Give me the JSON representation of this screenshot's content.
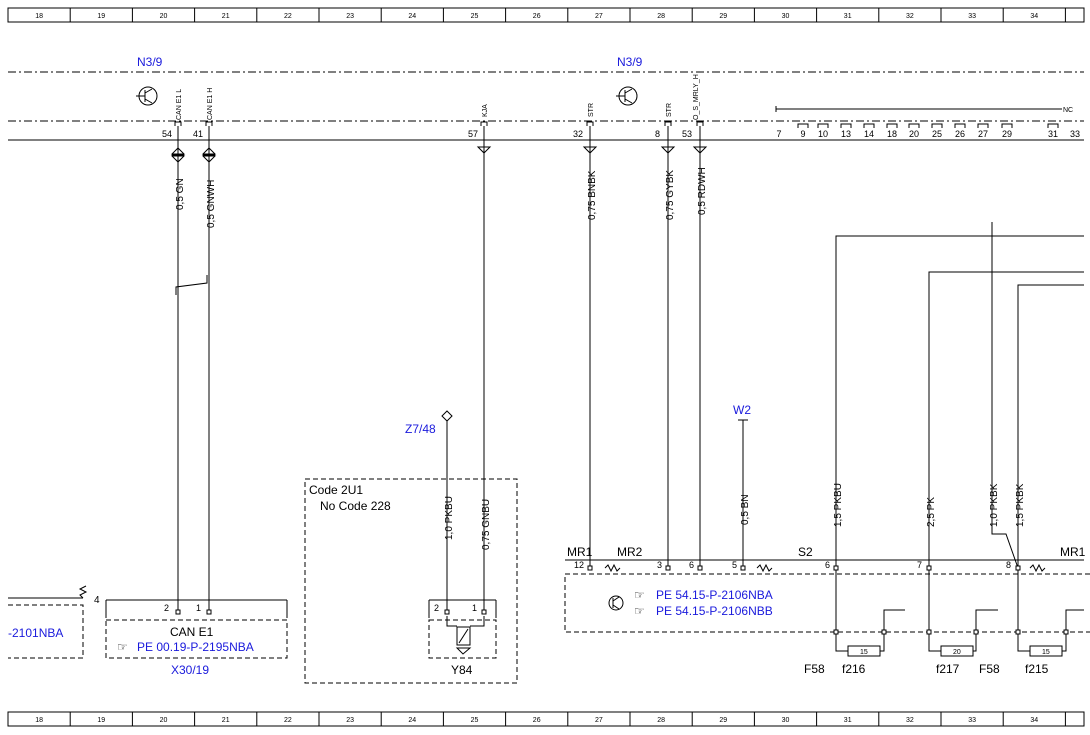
{
  "ruler": {
    "columns": [
      "18",
      "19",
      "20",
      "21",
      "22",
      "23",
      "24",
      "25",
      "26",
      "27",
      "28",
      "29",
      "30",
      "31",
      "32",
      "33",
      "34"
    ]
  },
  "modules": {
    "left_name": "N3/9",
    "right_name": "N3/9"
  },
  "pin_labels": {
    "can_e1_l": "CAN E1 L",
    "can_e1_h": "CAN E1 H",
    "kja": "KJA",
    "str1": "STR",
    "str2": "STR",
    "o_s_mrly_h": "O_S_MRLY_H",
    "nc": "NC"
  },
  "pin_numbers": {
    "p54": "54",
    "p41": "41",
    "p57": "57",
    "p32": "32",
    "p8": "8",
    "p53": "53",
    "right_series": [
      "7",
      "9",
      "10",
      "13",
      "14",
      "18",
      "20",
      "25",
      "26",
      "27",
      "29",
      "31",
      "33"
    ]
  },
  "wires": {
    "w1": "0,5 GN",
    "w2": "0,5 GNWH",
    "w3": "0,75 BNBK",
    "w4": "0,75 GYBK",
    "w5": "0,5 RDWH",
    "w6": "1,0 PKBU",
    "w7": "0,75 GNBU",
    "w8": "0,5 BN",
    "w9": "1,5 PKBU",
    "w10": "2,5 PK",
    "w11": "1,0 PKBK",
    "w12": "1,5 PKBK"
  },
  "labels": {
    "z7_48": "Z7/48",
    "w2": "W2",
    "code_2u1": "Code 2U1",
    "no_code": "No  Code 228",
    "can_e1": "CAN E1",
    "ref_can": "PE 00.19-P-2195NBA",
    "x30_19": "X30/19",
    "y84": "Y84",
    "ref_left_cut": "-2101NBA",
    "pin4": "4",
    "mr1": "MR1",
    "mr2": "MR2",
    "s2": "S2",
    "mr1_cut": "MR1",
    "ref_a": "PE 54.15-P-2106NBA",
    "ref_b": "PE 54.15-P-2106NBB",
    "f58_a": "F58",
    "f216": "f216",
    "f217": "f217",
    "f58_b": "F58",
    "f215": "f215",
    "fuse_15a": "15",
    "fuse_20": "20",
    "fuse_15b": "15",
    "pin_2a": "2",
    "pin_1a": "1",
    "pin_2b": "2",
    "pin_1b": "1",
    "pin_12": "12",
    "pin_3": "3",
    "pin_6a": "6",
    "pin_5": "5",
    "pin_6b": "6",
    "pin_7": "7",
    "pin_8": "8"
  },
  "colors": {
    "link_blue": "#1a1adc",
    "line": "#000000"
  }
}
